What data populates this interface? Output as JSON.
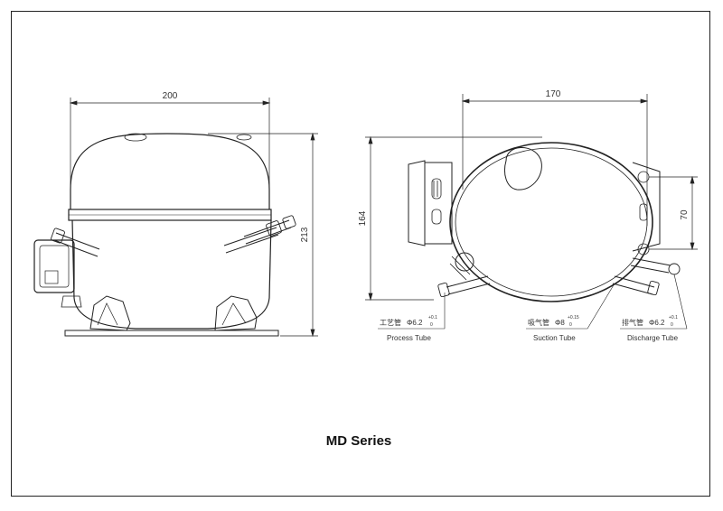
{
  "title": "MD Series",
  "front_view": {
    "width_dim": "200",
    "height_dim": "213"
  },
  "side_view": {
    "width_dim": "170",
    "height_dim": "164",
    "mount_dim": "70"
  },
  "tubes": [
    {
      "cn": "工艺管",
      "spec": "Φ6.2",
      "tol_upper": "+0.1",
      "tol_lower": "0",
      "label": "Process Tube"
    },
    {
      "cn": "吸气管",
      "spec": "Φ8",
      "tol_upper": "+0.15",
      "tol_lower": "0",
      "label": "Suction Tube"
    },
    {
      "cn": "排气管",
      "spec": "Φ6.2",
      "tol_upper": "+0.1",
      "tol_lower": "0",
      "label": "Discharge Tube"
    }
  ]
}
